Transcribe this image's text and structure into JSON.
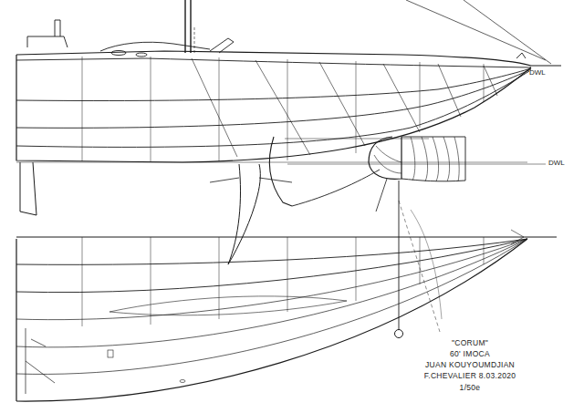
{
  "diagram": {
    "labels": [
      "DWL",
      "DWL",
      "\"CORUM\"",
      "60' IMOCA",
      "JUAN KOUYOUMDJIAN",
      "F.CHEVALIER 8.03.2020",
      "1/50e"
    ]
  }
}
